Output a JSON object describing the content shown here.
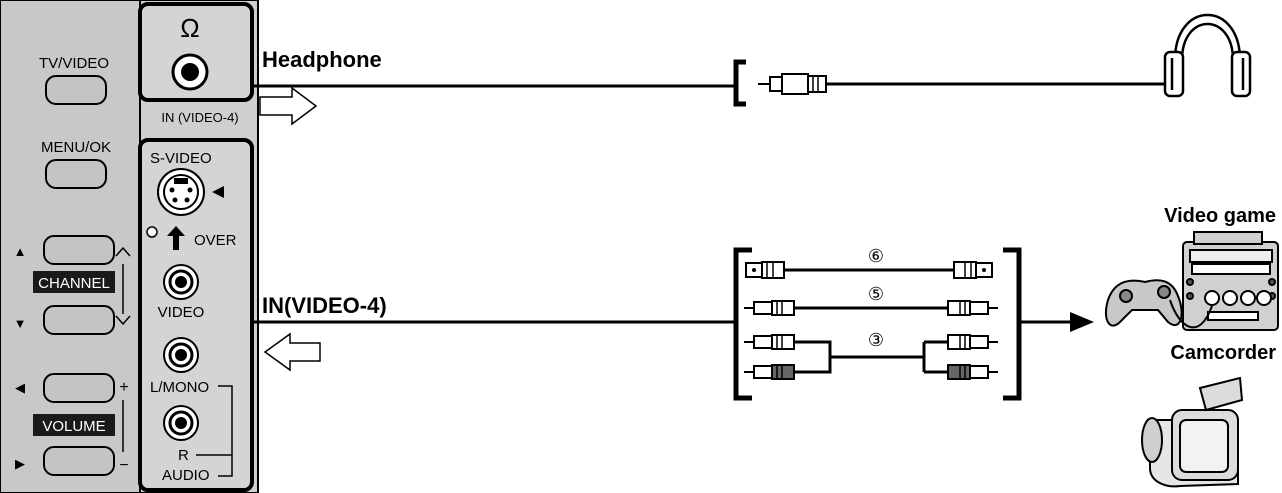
{
  "panel": {
    "tv_video_label": "TV/VIDEO",
    "menu_ok_label": "MENU/OK",
    "channel_label": "CHANNEL",
    "volume_label": "VOLUME",
    "up_symbol": "▲",
    "down_symbol": "▼",
    "left_symbol": "◀",
    "right_symbol": "▶",
    "plus_symbol": "+",
    "minus_symbol": "−"
  },
  "jacks": {
    "headphone_icon": "Ω",
    "in_video4_small": "IN (VIDEO-4)",
    "s_video": "S-VIDEO",
    "over": "OVER",
    "video": "VIDEO",
    "l_mono": "L/MONO",
    "r": "R",
    "audio": "AUDIO"
  },
  "labels": {
    "headphone": "Headphone",
    "in_video4": "IN(VIDEO-4)",
    "video_game": "Video game",
    "camcorder": "Camcorder"
  },
  "cables": {
    "s_video_cable_num": "⑥",
    "video_cable_num": "⑤",
    "audio_cable_num": "③"
  },
  "colors": {
    "panel_fill": "#c8c8c8",
    "button_fill": "#c4c4c4",
    "label_bg": "#1a1a1a",
    "line": "#000000"
  }
}
